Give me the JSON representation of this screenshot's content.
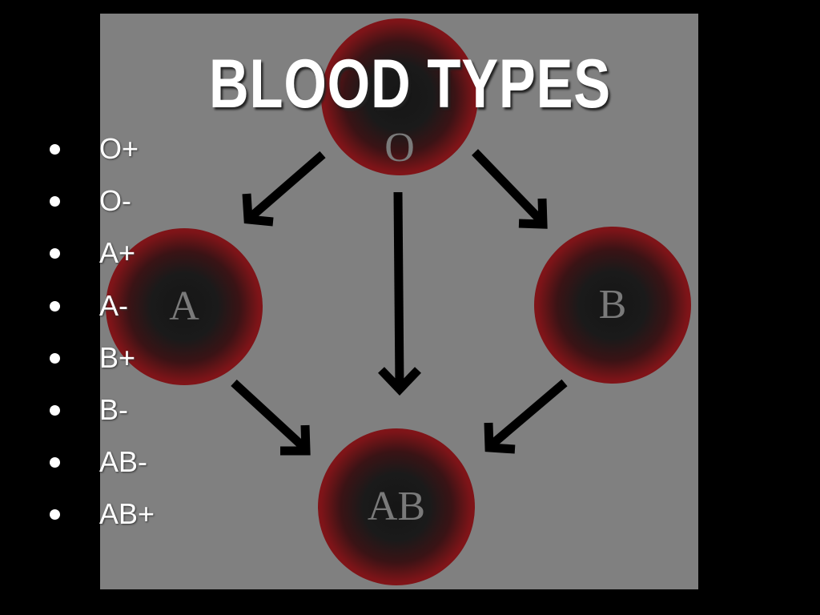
{
  "title": "BLOOD TYPES",
  "blood_types": [
    "O+",
    "O-",
    "A+",
    "A-",
    "B+",
    "B-",
    "AB-",
    "AB+"
  ],
  "diagram": {
    "cells": {
      "top": "O",
      "left": "A",
      "right": "B",
      "bottom": "AB"
    }
  },
  "colors": {
    "panel": "#808080",
    "cell_red": "#8c1519",
    "background": "#000000"
  }
}
